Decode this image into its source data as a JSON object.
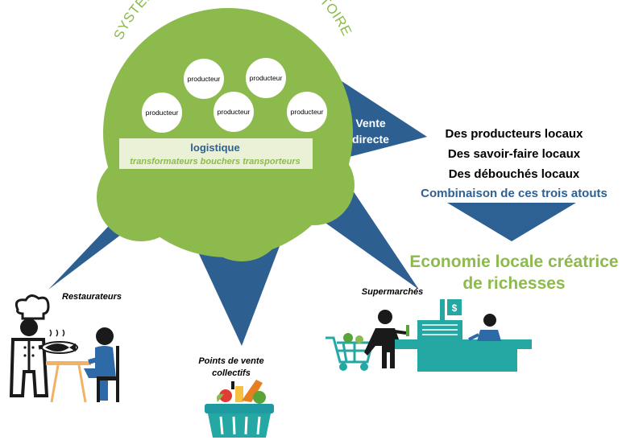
{
  "system": {
    "title": "SYSTEME ALIMENTAIRE DE TERRITOIRE",
    "producers": [
      "producteur",
      "producteur",
      "producteur",
      "producteur",
      "producteur"
    ],
    "logistics_title": "logistique",
    "logistics_actors": "transformateurs  bouchers transporteurs"
  },
  "direct_sale": {
    "line1": "Vente",
    "line2": "directe"
  },
  "assets": {
    "items": [
      "Des producteurs locaux",
      "Des savoir-faire locaux",
      "Des débouchés locaux"
    ],
    "combination": "Combinaison de ces trois atouts"
  },
  "result": {
    "line1": "Economie locale créatrice",
    "line2": "de richesses"
  },
  "outlets": {
    "restaurants": "Restaurateurs",
    "collective_line1": "Points de vente",
    "collective_line2": "collectifs",
    "supermarkets": "Supermarchés",
    "price_tag": "$"
  },
  "colors": {
    "green": "#8cba4d",
    "blue": "#2e5f91",
    "dark_blue": "#2d6193",
    "teal": "#25a8a4",
    "logistics_fill": "#eaf1d6",
    "text_dark": "#000000",
    "chef_black": "#1a1a1a",
    "diner_blue": "#2f6aa8"
  },
  "icons": [
    "chef-icon",
    "diner-icon",
    "basket-icon",
    "shopper-icon",
    "cart-icon",
    "cashier-icon",
    "price-tag-icon",
    "register-icon"
  ]
}
